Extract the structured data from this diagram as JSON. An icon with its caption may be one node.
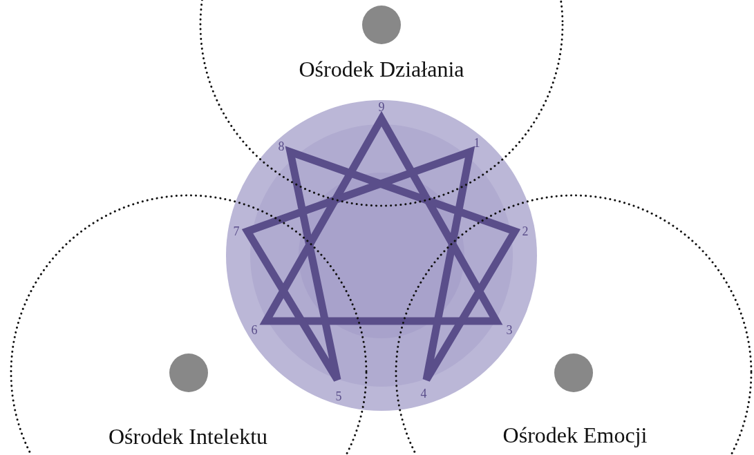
{
  "diagram": {
    "labels": [
      "Ośrodek Działania",
      "9",
      "8",
      "1",
      "7",
      "2",
      "6",
      "3",
      "5",
      "4",
      "Ośrodek Intelektu",
      "Ośrodek Emocji"
    ]
  }
}
